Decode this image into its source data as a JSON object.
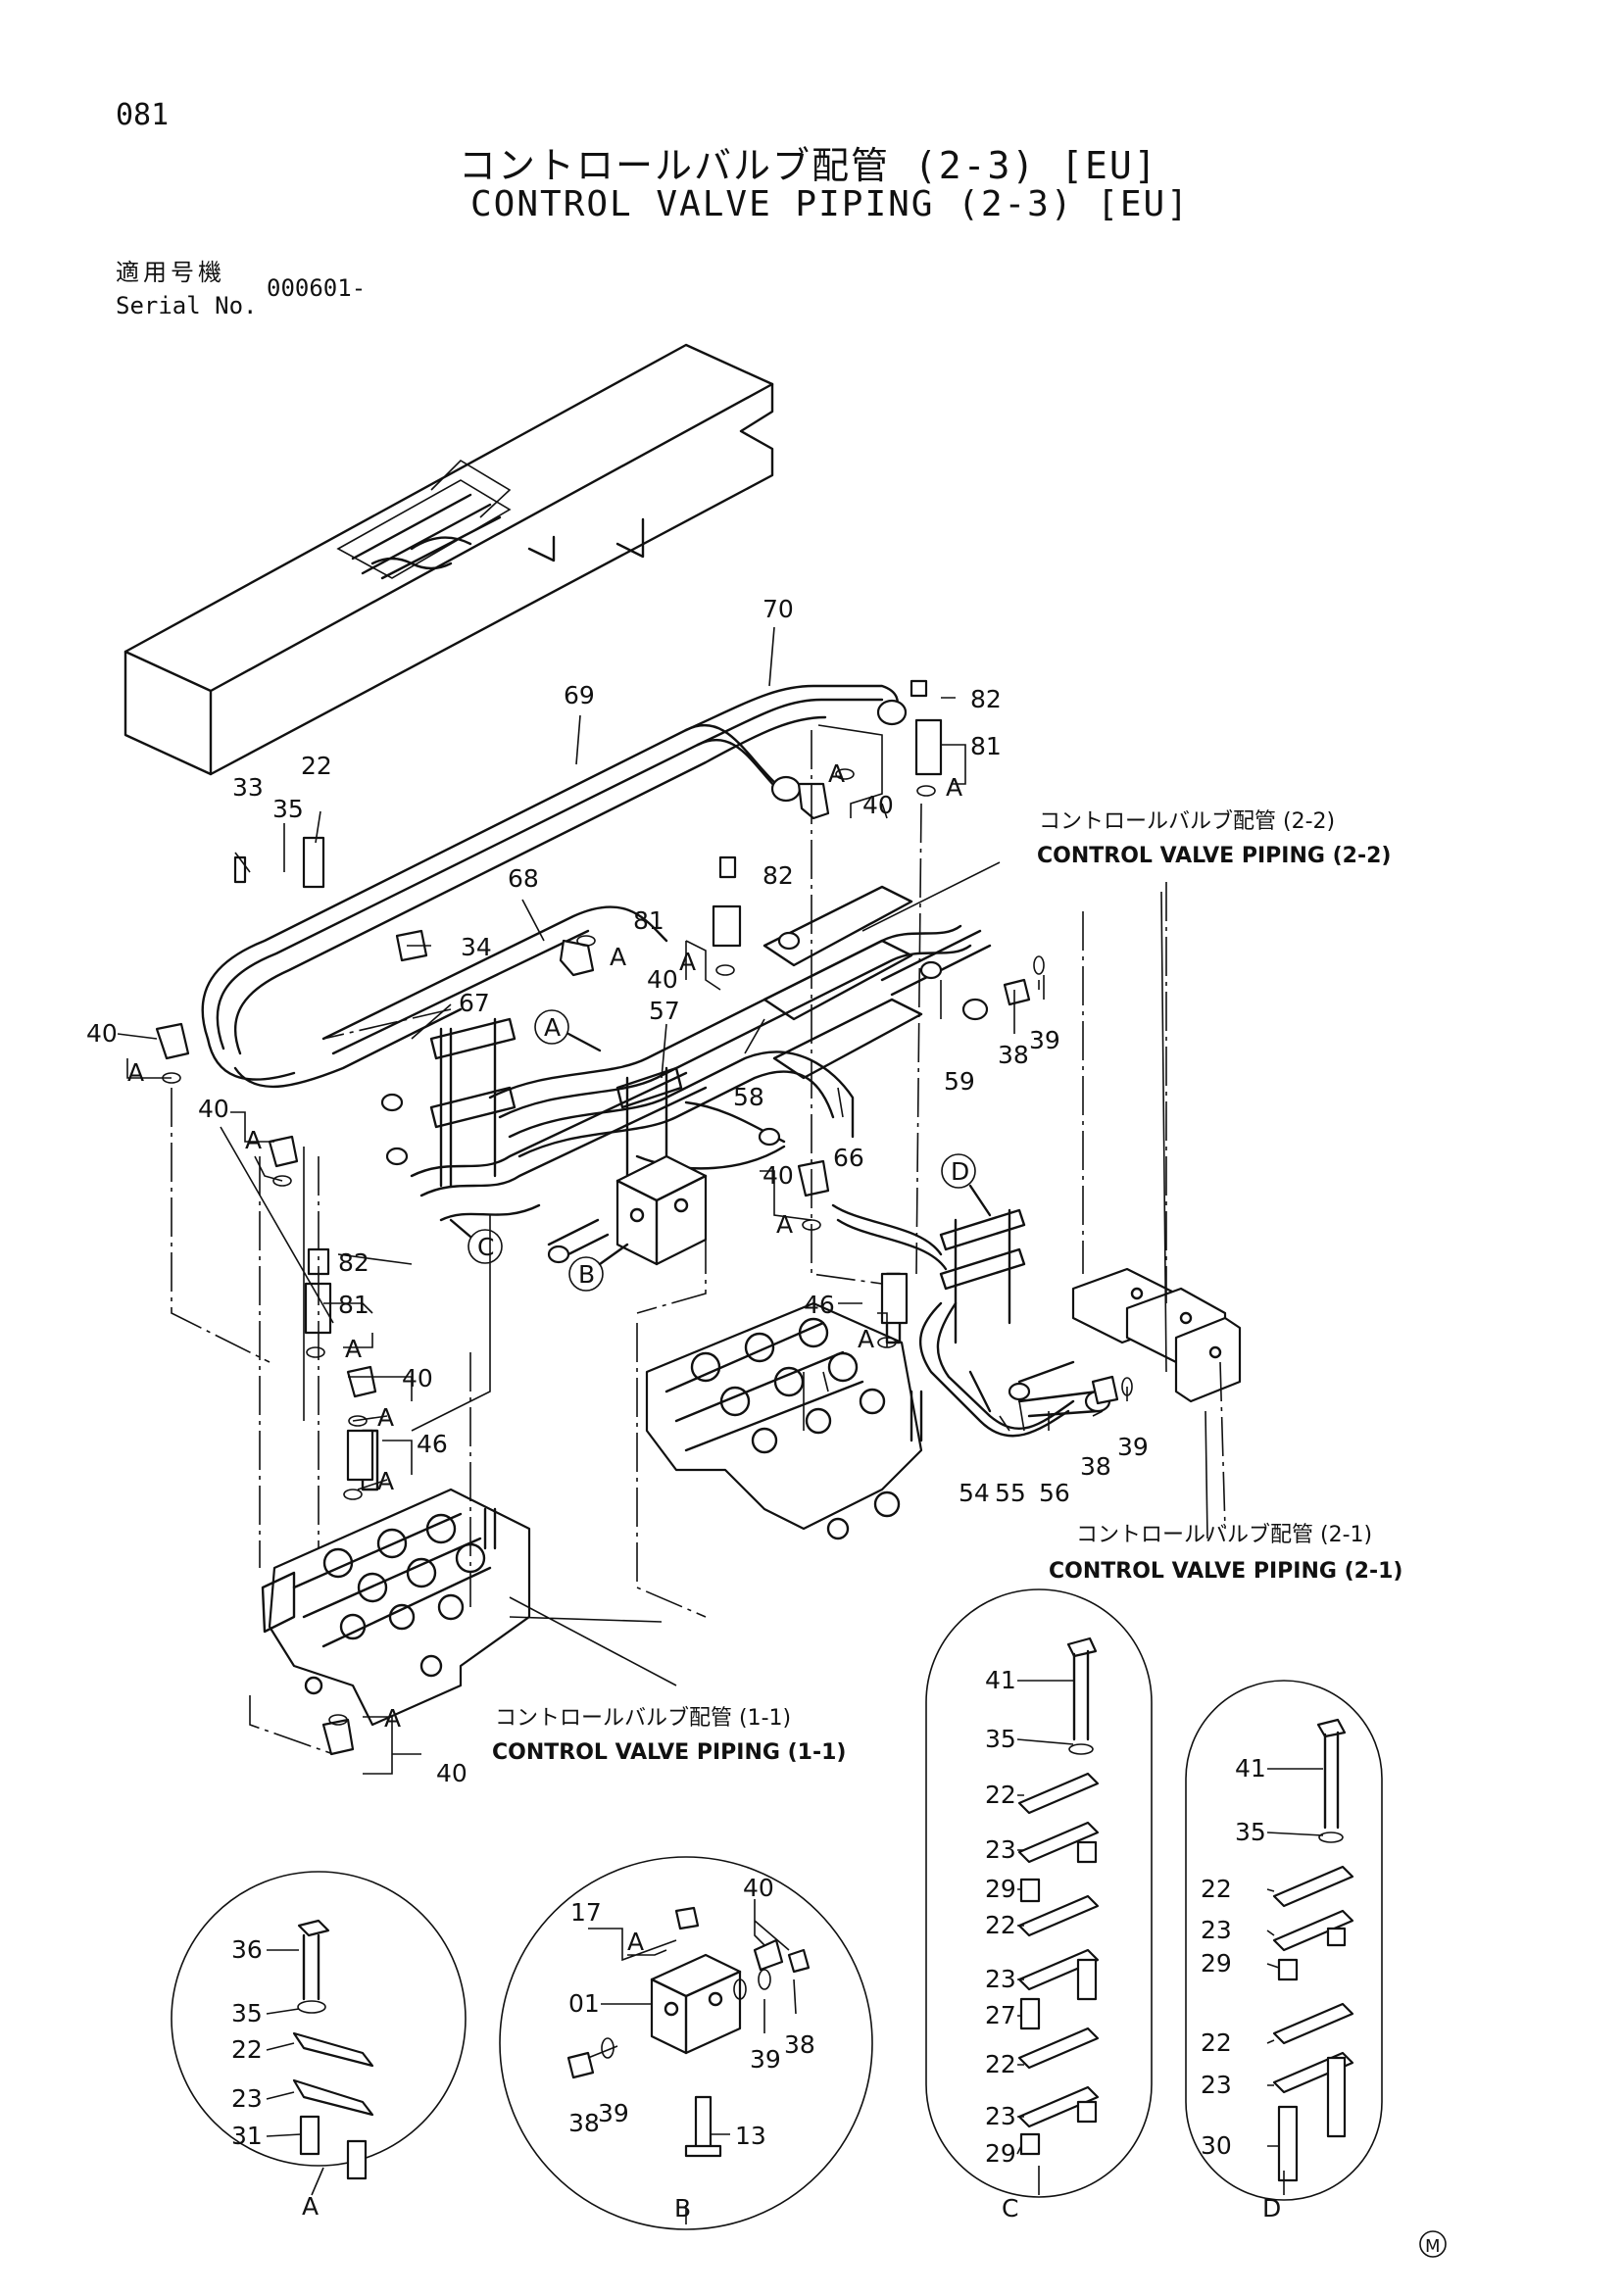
{
  "header": {
    "page_number": "081",
    "title_jp": "コントロールバルブ配管 (2-3) [EU]",
    "title_en": "CONTROL VALVE PIPING (2-3) [EU]",
    "serial_label_jp": "適用号機",
    "serial_label_en": "Serial No.",
    "serial_value": "000601-"
  },
  "references": {
    "piping_2_2": {
      "jp": "コントロールバルブ配管 (2-2)",
      "en": "CONTROL VALVE PIPING (2-2)"
    },
    "piping_2_1": {
      "jp": "コントロールバルブ配管 (2-1)",
      "en": "CONTROL VALVE PIPING (2-1)"
    },
    "piping_1_1": {
      "jp": "コントロールバルブ配管 (1-1)",
      "en": "CONTROL VALVE PIPING (1-1)"
    }
  },
  "callouts": {
    "c70": "70",
    "c69": "69",
    "c82a": "82",
    "c81a": "81",
    "c40a": "40",
    "cAa": "A",
    "c22": "22",
    "c33": "33",
    "c35": "35",
    "c68": "68",
    "c34": "34",
    "c82b": "82",
    "c81b": "81",
    "c40b": "40",
    "cAb": "A",
    "c67": "67",
    "c57": "57",
    "c58": "58",
    "c59": "59",
    "c66": "66",
    "c38a": "38",
    "c39a": "39",
    "c40c": "40",
    "cAc": "A",
    "c40d": "40",
    "cAd": "A",
    "c82c": "82",
    "c81c": "81",
    "cAe": "A",
    "c40e": "40",
    "cAf": "A",
    "c46a": "46",
    "cAg": "A",
    "c40f": "40",
    "cAh": "A",
    "c46b": "46",
    "cAi": "A",
    "c54": "54",
    "c55": "55",
    "c56": "56",
    "c38b": "38",
    "c39b": "39",
    "cAj": "A",
    "c40g": "40"
  },
  "view_markers": {
    "A": "A",
    "B": "B",
    "C": "C",
    "D": "D"
  },
  "detail_A": {
    "label": "A",
    "parts": [
      "36",
      "35",
      "22",
      "23",
      "31"
    ]
  },
  "detail_B": {
    "label": "B",
    "parts": [
      "17",
      "A",
      "40",
      "01",
      "39",
      "38",
      "38",
      "39",
      "13"
    ]
  },
  "detail_C": {
    "label": "C",
    "parts": [
      "41",
      "35",
      "22",
      "23",
      "29",
      "22",
      "23",
      "27",
      "22",
      "23",
      "29"
    ]
  },
  "detail_D": {
    "label": "D",
    "parts": [
      "41",
      "35",
      "22",
      "23",
      "29",
      "22",
      "23",
      "30"
    ]
  },
  "footer_mark": "M"
}
